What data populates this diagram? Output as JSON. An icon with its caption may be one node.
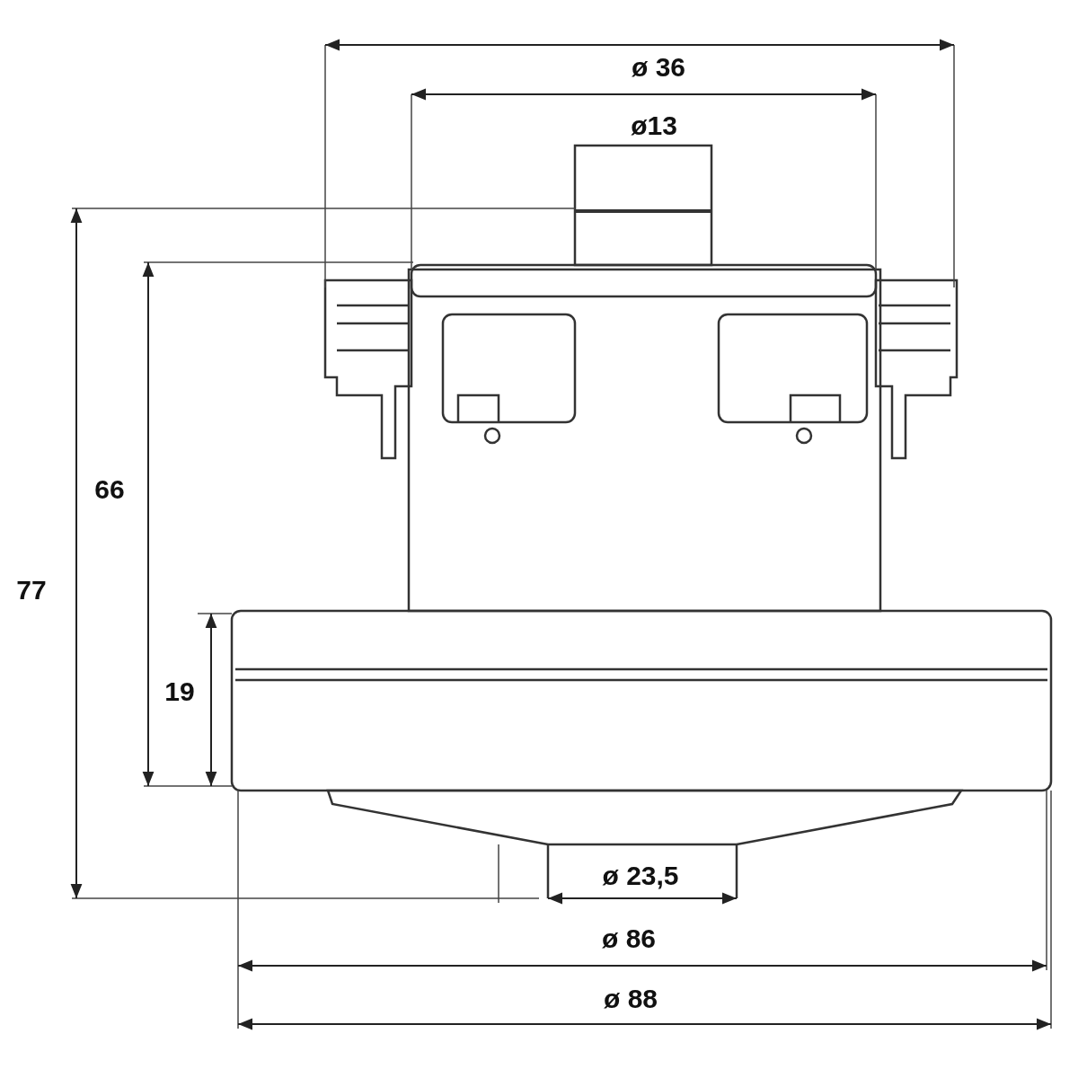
{
  "diagram": {
    "labels": [
      "ø 36",
      "ø13",
      "66",
      "77",
      "19",
      "ø 23,5",
      "ø 86",
      "ø 88"
    ]
  }
}
